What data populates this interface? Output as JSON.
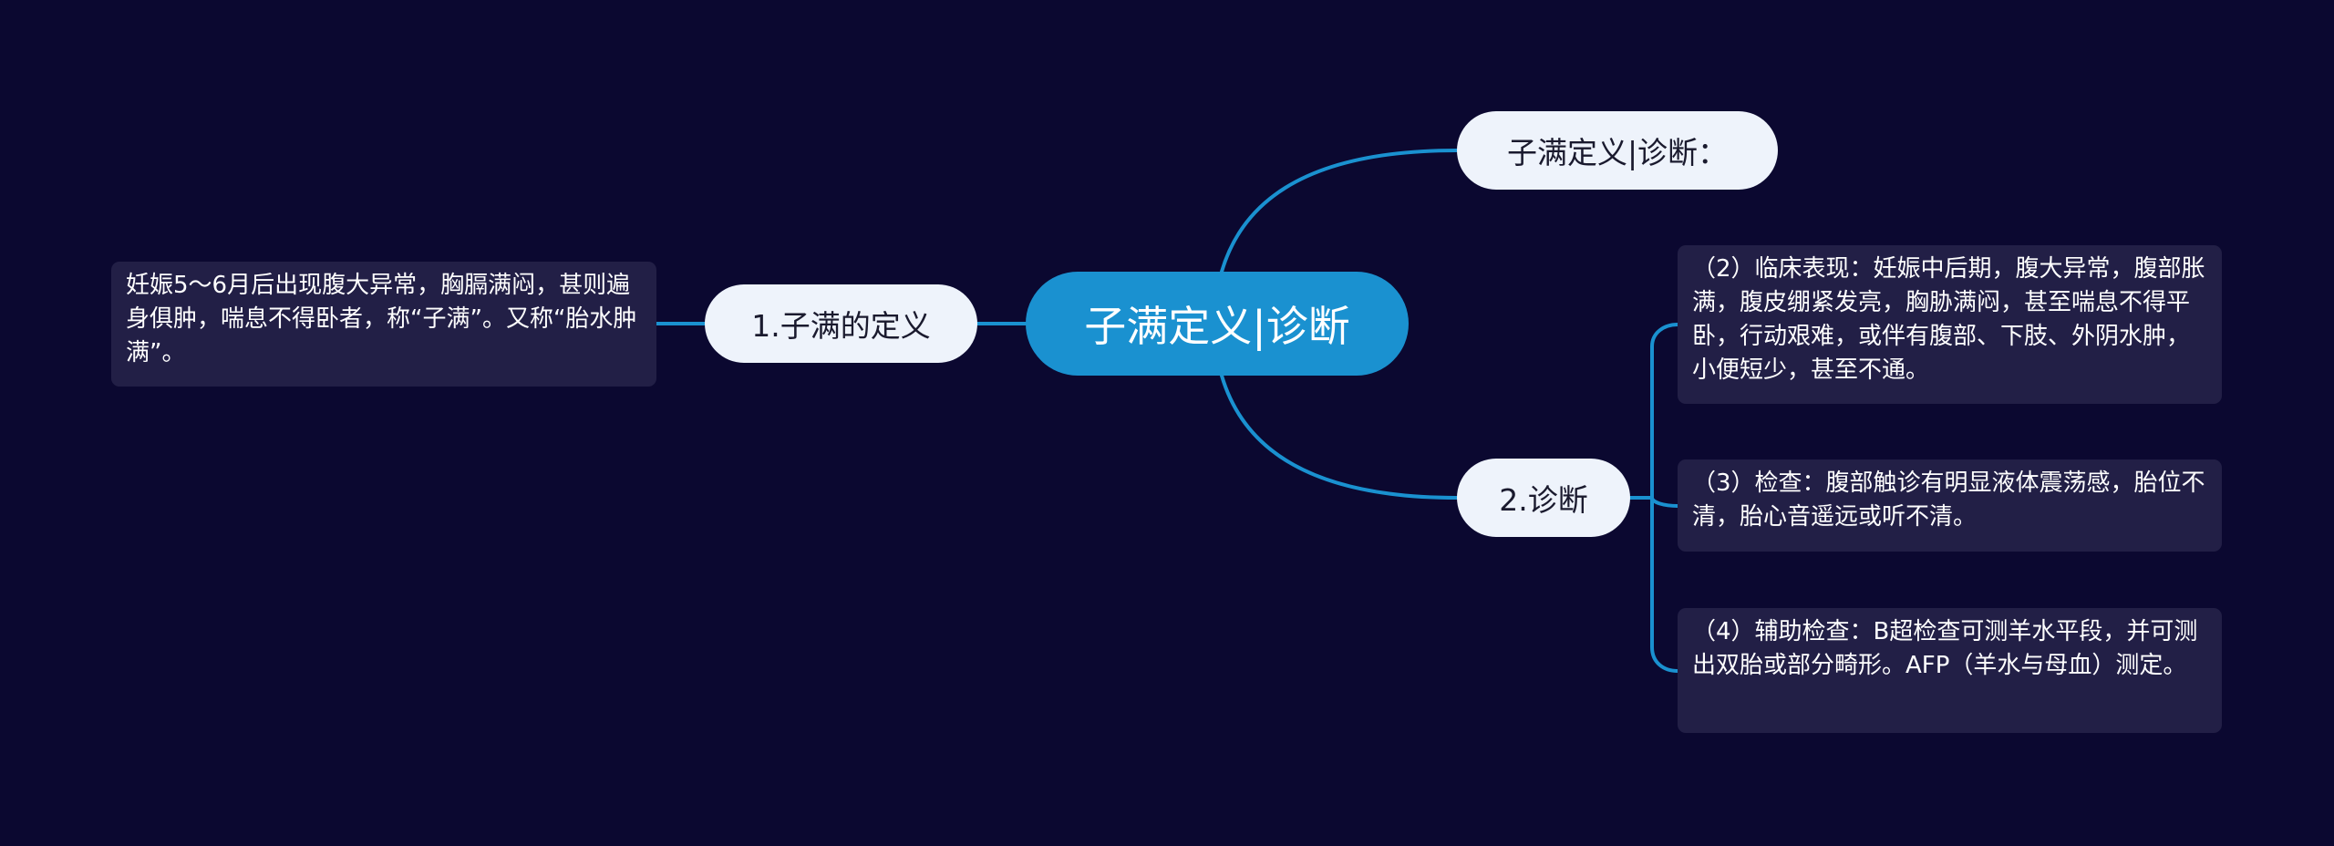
{
  "root": {
    "label": "子满定义|诊断"
  },
  "branches": {
    "def_title": {
      "label": "子满定义|诊断："
    },
    "definition": {
      "label": "1.子满的定义",
      "detail": "妊娠5～6月后出现腹大异常，胸膈满闷，甚则遍身俱肿，喘息不得卧者，称“子满”。又称“胎水肿满”。"
    },
    "diagnosis": {
      "label": "2.诊断",
      "items": [
        {
          "text": "（2）临床表现：妊娠中后期，腹大异常，腹部胀满，腹皮绷紧发亮，胸胁满闷，甚至喘息不得平卧，行动艰难，或伴有腹部、下肢、外阴水肿，小便短少，甚至不通。"
        },
        {
          "text": "（3）检查：腹部触诊有明显液体震荡感，胎位不清，胎心音遥远或听不清。"
        },
        {
          "text": "（4）辅助检查：B超检查可测羊水平段，并可测出双胎或部分畸形。AFP（羊水与母血）测定。"
        }
      ]
    }
  },
  "colors": {
    "background": "#0b0830",
    "root_fill": "#1a91d0",
    "pill_fill": "#eef3fb",
    "card_fill": "#221f46",
    "connector": "#1a91d0"
  }
}
